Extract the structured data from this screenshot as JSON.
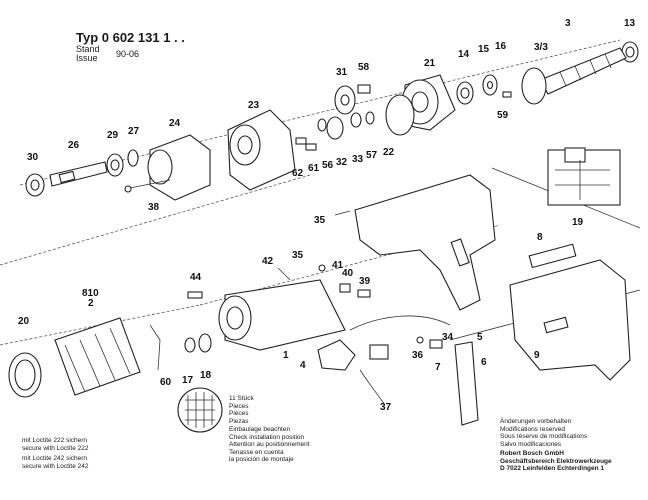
{
  "header": {
    "typ": "Typ 0 602 131 1 . .",
    "stand": "Stand",
    "issue": "Issue",
    "date": "90-06"
  },
  "part_numbers": [
    "3",
    "13",
    "3/3",
    "16",
    "15",
    "14",
    "21",
    "58",
    "31",
    "59",
    "23",
    "27",
    "29",
    "24",
    "26",
    "30",
    "62",
    "61",
    "56",
    "32",
    "33",
    "57",
    "22",
    "38",
    "35",
    "19",
    "8",
    "42",
    "44",
    "810",
    "2",
    "20",
    "60",
    "17",
    "18",
    "1",
    "4",
    "41",
    "40",
    "39",
    "37",
    "34",
    "36",
    "7",
    "5",
    "6",
    "9"
  ],
  "notes": {
    "stucks": [
      "11 Stück",
      "Pieces",
      "Pièces",
      "Piezas"
    ],
    "einbaulage": [
      "Einbaulage beachten",
      "Check installation position",
      "Attention au positionnement",
      "Tenasse en cuenta",
      "la posición de montaje"
    ],
    "loctite222": [
      "mit Loctite 222 sichern",
      "secure with Loctite 222"
    ],
    "loctite242": [
      "mit Loctite 242 sichern",
      "secure with Loctite 242"
    ],
    "changes": [
      "Änderungen vorbehalten",
      "Modifications reserved",
      "Sous réserve de modifications",
      "Salvo modificaciones"
    ],
    "company": [
      "Robert Bosch GmbH",
      "Geschäftsbereich Elektrowerkzeuge",
      "D 7022 Leinfelden Echterdingen 1"
    ]
  }
}
